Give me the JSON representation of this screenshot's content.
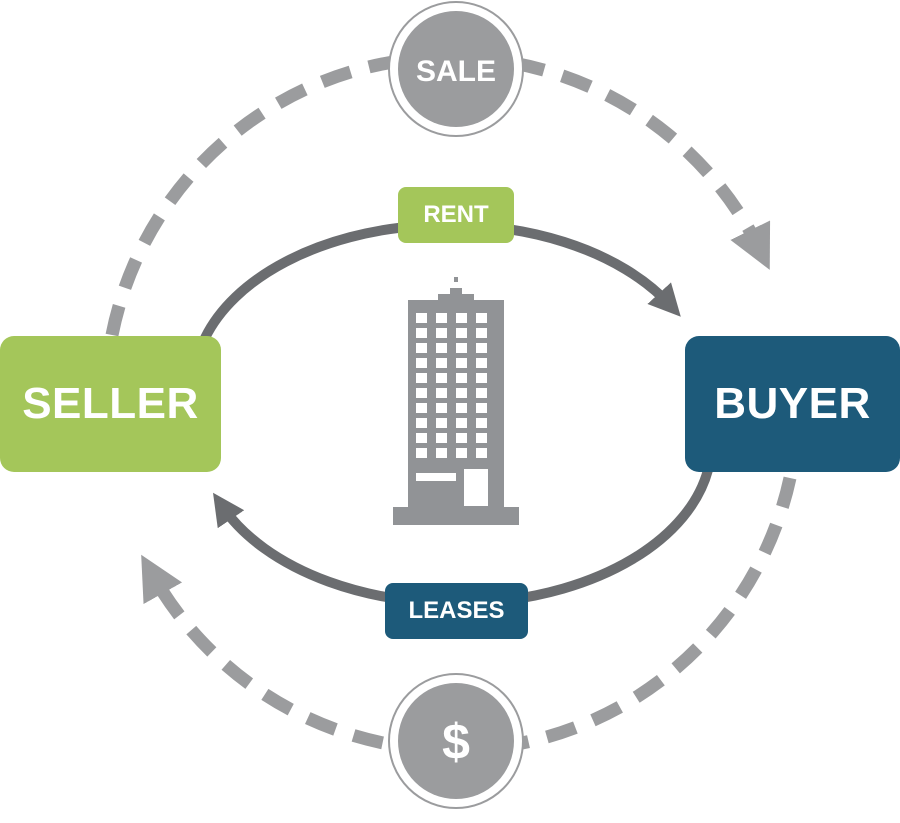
{
  "diagram": {
    "seller_label": "SELLER",
    "buyer_label": "BUYER",
    "rent_label": "RENT",
    "leases_label": "LEASES",
    "sale_label": "SALE",
    "money_label": "$",
    "building_icon": "office-building-icon"
  },
  "colors": {
    "green": "#a4c65a",
    "navy": "#1d5a7a",
    "dark_gray": "#6b6d70",
    "light_gray": "#9b9c9e",
    "building_gray": "#919396",
    "white": "#ffffff"
  }
}
